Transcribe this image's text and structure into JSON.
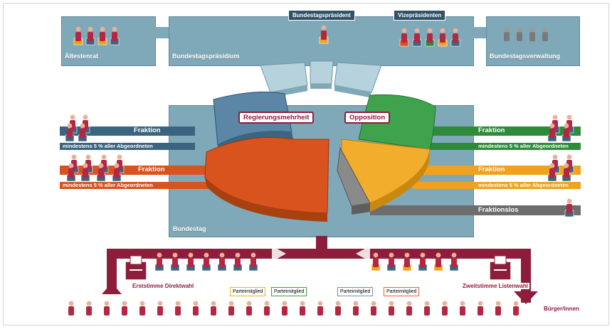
{
  "top": {
    "left_panel_label": "Ältestenrat",
    "center_panel_label": "Bundestagspräsidium",
    "right_panel_label": "Bundestagsverwaltung",
    "president_tag": "Bundestagspräsident",
    "vice_tag": "Vizepräsidenten"
  },
  "chamber": {
    "label": "Bundestag",
    "government_label": "Regierungsmehrheit",
    "opposition_label": "Opposition"
  },
  "left_factions": [
    {
      "label": "Fraktion",
      "sub": "mindestens 5 % aller Abgeordneten",
      "color": "#3b6480"
    },
    {
      "label": "Fraktion",
      "sub": "mindestens 5 % aller Abgeordneten",
      "color": "#d9531e"
    }
  ],
  "right_factions": [
    {
      "label": "Fraktion",
      "sub": "mindestens 5 % aller Abgeordneten",
      "color": "#2e8b3a"
    },
    {
      "label": "Fraktion",
      "sub": "mindestens 5 % aller Abgeordneten",
      "color": "#f0a21c"
    }
  ],
  "independent": {
    "label": "Fraktionslos",
    "color": "#6d6d6d"
  },
  "election": {
    "first_vote": "Erststimme Direktwahl",
    "second_vote": "Zweitstimme Listenwahl",
    "citizens": "Bürger/innen",
    "party_tags": [
      {
        "text": "Parteimitglied",
        "color": "#e8b21a"
      },
      {
        "text": "Parteimitglied",
        "color": "#3e9b3e"
      },
      {
        "text": "Parteimitglied",
        "color": "#6b8fb0"
      },
      {
        "text": "Parteimitglied",
        "color": "#e2662a"
      }
    ]
  },
  "colors": {
    "maroon": "#8c1e3b",
    "panel": "#7fa9b9",
    "government": "#d9531e",
    "government_top": "#5b86a6",
    "opposition_green": "#3fa24c",
    "opposition_yellow": "#f1ad2b",
    "independent_gray": "#7d7d7d"
  }
}
